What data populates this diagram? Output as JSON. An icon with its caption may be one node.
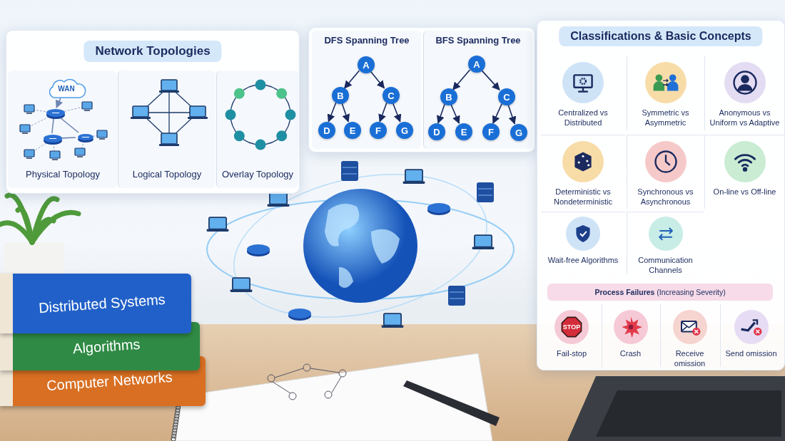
{
  "diagram": {
    "nodes": [
      {
        "text": [
          "Network Topologies"
        ]
      },
      {
        "text": [
          "Physical Topology"
        ],
        "in": 0
      },
      {
        "text": [
          "WAN"
        ],
        "in": 1
      },
      {
        "text": [],
        "shape": "cylinder",
        "in": 1
      },
      {
        "text": [],
        "shape": "cylinder",
        "in": 1
      },
      {
        "text": [],
        "shape": "cylinder",
        "in": 1
      },
      {
        "text": [
          "Logical Topology"
        ],
        "in": 0
      },
      {
        "text": [
          "Overlay Topology"
        ],
        "in": 0
      },
      {
        "text": [],
        "shape": "box"
      },
      {
        "text": [
          "DFS Spanning Tree"
        ],
        "in": 8
      },
      {
        "text": [
          "A"
        ],
        "in": 9
      },
      {
        "text": [
          "B"
        ],
        "in": 9
      },
      {
        "text": [
          "C"
        ],
        "in": 9
      },
      {
        "text": [
          "D"
        ],
        "in": 9
      },
      {
        "text": [
          "E"
        ],
        "in": 9
      },
      {
        "text": [
          "F"
        ],
        "in": 9
      },
      {
        "text": [
          "G"
        ],
        "in": 9
      },
      {
        "text": [
          "BFS Spanning Tree"
        ],
        "in": 8
      },
      {
        "text": [
          "A"
        ],
        "in": 17
      },
      {
        "text": [
          "B"
        ],
        "in": 17
      },
      {
        "text": [
          "C"
        ],
        "in": 17
      },
      {
        "text": [
          "D"
        ],
        "in": 17
      },
      {
        "text": [
          "E"
        ],
        "in": 17
      },
      {
        "text": [
          "F"
        ],
        "in": 17
      },
      {
        "text": [
          "G"
        ],
        "in": 17
      },
      {
        "text": [
          "Classifications & Basic Concepts"
        ]
      },
      {
        "text": [
          "Centralized vs Distributed"
        ],
        "in": 25
      },
      {
        "text": [
          "Symmetric vs Asymmetric"
        ],
        "in": 25
      },
      {
        "text": [
          "Anonymous vs Uniform vs Adaptive"
        ],
        "in": 25
      },
      {
        "text": [
          "Deterministic vs Nondeterministic"
        ],
        "in": 25
      },
      {
        "text": [
          "Synchronous vs Asynchronous"
        ],
        "in": 25
      },
      {
        "text": [
          "On-line vs Off-line"
        ],
        "in": 25
      },
      {
        "text": [
          "Wait-free Algorithms"
        ],
        "in": 25
      },
      {
        "text": [
          "Communication Channels"
        ],
        "in": 25
      },
      {
        "text": [
          "**Process Failures** (Increasing Severity)"
        ],
        "in": 25
      },
      {
        "text": [
          "Fail-stop"
        ],
        "in": 25
      },
      {
        "text": [
          "Crash"
        ],
        "in": 25
      },
      {
        "text": [
          "Receive omission"
        ],
        "in": 25
      },
      {
        "text": [
          "Send omission"
        ],
        "in": 25
      },
      {
        "text": [
          "Distributed Systems"
        ]
      },
      {
        "text": [
          "Algorithms"
        ]
      },
      {
        "text": [
          "Computer Networks"
        ]
      }
    ],
    "edges": [
      {
        "from": 2,
        "to": 3,
        "arrow": "to",
        "color": "#6f86b0"
      },
      {
        "from": 3,
        "to": 4,
        "arrow": "none",
        "color": "#6f86b0"
      },
      {
        "from": 3,
        "to": 5,
        "arrow": "none",
        "color": "#6f86b0"
      },
      {
        "from": 4,
        "to": 5,
        "arrow": "none",
        "color": "#6f86b0"
      },
      {
        "from": 10,
        "to": 11,
        "arrow": "to"
      },
      {
        "from": 10,
        "to": 12,
        "arrow": "to"
      },
      {
        "from": 11,
        "to": 13,
        "arrow": "to"
      },
      {
        "from": 11,
        "to": 14,
        "arrow": "to"
      },
      {
        "from": 12,
        "to": 15,
        "arrow": "to"
      },
      {
        "from": 12,
        "to": 16,
        "arrow": "to"
      },
      {
        "from": 18,
        "to": 19,
        "arrow": "to"
      },
      {
        "from": 18,
        "to": 20,
        "arrow": "to"
      },
      {
        "from": 19,
        "to": 21,
        "arrow": "to"
      },
      {
        "from": 19,
        "to": 22,
        "arrow": "to"
      },
      {
        "from": 20,
        "to": 23,
        "arrow": "to"
      },
      {
        "from": 20,
        "to": 24,
        "arrow": "to"
      }
    ],
    "labels": [
      "STOP"
    ]
  }
}
